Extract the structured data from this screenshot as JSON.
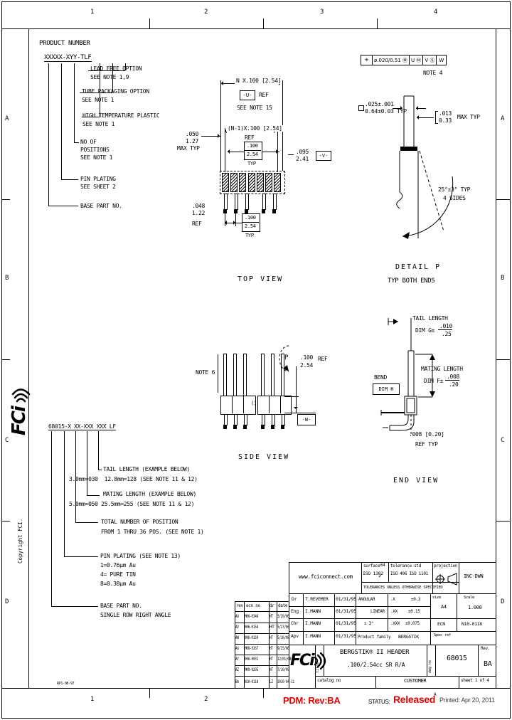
{
  "border": {
    "col_labels": [
      "1",
      "2",
      "3",
      "4"
    ],
    "row_labels": [
      "A",
      "B",
      "C",
      "D"
    ],
    "copyright": "Copyright FCI.",
    "form_no": "RP1-08-97",
    "logo_text": "FCi"
  },
  "tree1": {
    "title": "PRODUCT NUMBER",
    "part_number": "XXXXX-XYY-TLF",
    "lead_free_1": "LEAD FREE OPTION",
    "lead_free_2": "SEE NOTE 1,9",
    "tube_1": "TUBE PACKAGING OPTION",
    "tube_2": "SEE NOTE 1",
    "hitemp_1": "HIGH TEMPERATURE PLASTIC",
    "hitemp_2": "SEE NOTE 1",
    "pos_1": "NO OF",
    "pos_2": "POSITIONS",
    "pos_3": "SEE NOTE 1",
    "plating_1": "PIN PLATING",
    "plating_2": "SEE SHEET 2",
    "base_1": "BASE PART NO."
  },
  "top_view": {
    "dim_n": "N X.100 [2.54]",
    "datum_u": "-U-",
    "ref1": "REF",
    "note15": "SEE NOTE 15",
    "dim_n1": "(N-1)X.100 [2.54]",
    "ref2": "REF",
    "pitch_in": ".100",
    "pitch_mm": "2.54",
    "typ1": "TYP",
    "dim095_in": ".095",
    "dim095_mm": "2.41",
    "datum_v": "-V-",
    "dim050_in": ".050",
    "dim050_mm": "1.27",
    "max_typ": "MAX TYP",
    "dim048_in": ".048",
    "dim048_mm": "1.22",
    "ref3": "REF",
    "pitch2_in": ".100",
    "pitch2_mm": "2.54",
    "typ2": "TYP",
    "label": "TOP VIEW"
  },
  "detail_p": {
    "fcf_0": "⌖",
    "fcf_1": "ø.020/0.51 Ⓜ",
    "fcf_2": "U Ⓜ",
    "fcf_3": "V Ⓢ",
    "fcf_4": "W",
    "note4": "NOTE 4",
    "sq_in": ".025±.001",
    "sq_mm": "0.64±0.03 TYP",
    "d013_in": ".013",
    "d013_mm": "0.33",
    "max_typ": "MAX TYP",
    "angle": "25°±3° TYP",
    "sides": "4 SIDES",
    "label": "DETAIL P",
    "sub": "TYP BOTH ENDS"
  },
  "side_view": {
    "note6": "NOTE 6",
    "p": "P",
    "dim_in": ".100",
    "ref": "REF",
    "dim_mm": "2.54",
    "datum_w": "-W-",
    "label": "SIDE VIEW",
    "break": "()"
  },
  "end_view": {
    "tail": "TAIL LENGTH",
    "tail_dim": "DIM G±",
    "tail_in": ".010",
    "tail_mm": ".25",
    "mating": "MATING LENGTH",
    "mating_dim": "DIM F±",
    "mating_in": ".008",
    "mating_mm": ".20",
    "bend": "BEND",
    "bend_dim": "DIM H",
    "ref_dim": ".008 [0.20]",
    "ref_typ": "REF TYP",
    "label": "END VIEW"
  },
  "tree2": {
    "part_number": "68015-X XX-XXX XXX LF",
    "tail_1": "TAIL LENGTH (EXAMPLE BELOW)",
    "tail_2": "3.0mm=030  12.8mm=128 (SEE NOTE 11 & 12)",
    "mating_1": "MATING LENGTH (EXAMPLE BELOW)",
    "mating_2": "5.0mm=050 25.5mm=255 (SEE NOTE 11 & 12)",
    "pos_1": "TOTAL NUMBER OF POSITION",
    "pos_2": "FROM 1 THRU 36 POS. (SEE NOTE 1)",
    "plating_1": "PIN PLATING (SEE NOTE 13)",
    "plating_2": "1=0.76µm Au",
    "plating_3": "4= PURE TIN",
    "plating_4": "8=0.38µm Au",
    "base_1": "BASE PART NO.",
    "base_2": "SINGLE ROW RIGHT ANGLE"
  },
  "title_block": {
    "url": "www.fciconnect.com",
    "surface_label": "surface",
    "surface_grade": "64",
    "surface_val": "ISO 1302",
    "tol_label": "tolerance std",
    "tol_val": "ISO 406 ISO 1101",
    "projection_label": "projection",
    "doc_code": "INC-DWN",
    "tol_note": "TOLERANCES UNLESS OTHERWISE SPECIFIED",
    "sign_rows": [
      {
        "role": "Dr",
        "name": "T.REVEMER",
        "date": "01/31/95"
      },
      {
        "role": "Eng",
        "name": "I.MANN",
        "date": "01/31/95"
      },
      {
        "role": "Chr",
        "name": "I.MANN",
        "date": "01/31/95"
      },
      {
        "role": "Apv",
        "name": "I.MANN",
        "date": "01/31/95"
      }
    ],
    "angular": "ANGULAR",
    "linear": "LINEAR",
    "angular_tol": "± 3°",
    "lin_tols": [
      {
        "p": ".X",
        "v": "±0.3"
      },
      {
        "p": ".XX",
        "v": "±0.15"
      },
      {
        "p": ".XXX",
        "v": "±0.075"
      }
    ],
    "size_label": "size",
    "size": "A4",
    "scale_label": "Scale",
    "scale": "1.000",
    "ecn_label": "ECN",
    "ecn": "N10-0118",
    "family_label": "Product family",
    "family": "BERGSTIK",
    "spec_ref": "Spec ref",
    "title_side": "title",
    "dwgno_side": "dwg no",
    "title_line1": "BERGSTIK® II HEADER",
    "title_line2": ".100/2.54cc SR R/A",
    "part_no": "68015",
    "rev_label": "Rev.",
    "rev": "BA",
    "catalog": "catalog no",
    "customer": "CUSTOMER",
    "sheet": "sheet 1 of 4",
    "logo_text": "FCi",
    "check": "✓"
  },
  "revision_table": {
    "headers": [
      "rev",
      "ecn no",
      "dr",
      "date"
    ],
    "rows": [
      [
        "AU",
        "M06-0346",
        "HT",
        "3/20/06"
      ],
      [
        "AV",
        "006-0154",
        "HT",
        "5/27/06"
      ],
      [
        "AW",
        "006-0159",
        "HT",
        "5/16/08"
      ],
      [
        "AX",
        "M08-0267",
        "HT",
        "9/25/08"
      ],
      [
        "AY",
        "006-0031",
        "HT",
        "12/01/08"
      ],
      [
        "AZ",
        "M09-0205",
        "HT",
        "7/10/09"
      ],
      [
        "BA",
        "N10-0118",
        "LZ",
        "2010-04-11"
      ]
    ]
  },
  "status_bar": {
    "pdm": "PDM: Rev:BA",
    "status_label": "STATUS:",
    "status": "Released",
    "sup": "A",
    "printed": "Printed: Apr 20, 2011"
  }
}
